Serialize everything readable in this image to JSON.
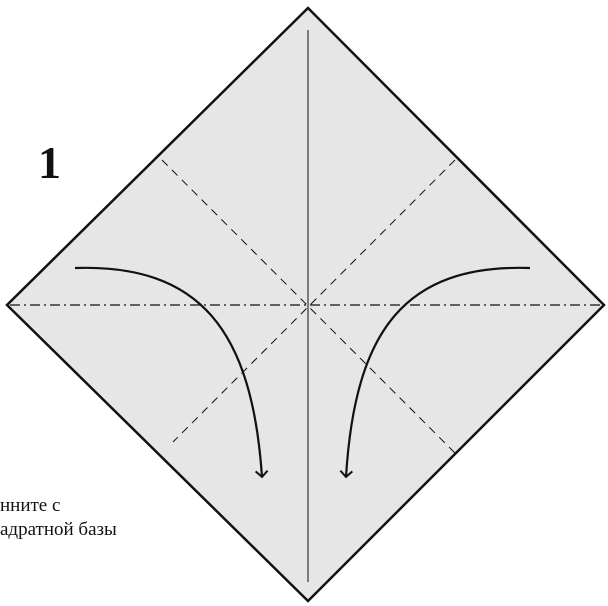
{
  "step": {
    "number": "1"
  },
  "instruction": {
    "line1": "нните с",
    "line2": "адратной базы"
  },
  "colors": {
    "paper": "#e6e6e6",
    "ink": "#111111",
    "background": "#ffffff"
  },
  "icons": {
    "left_arrow": "curved-arrow-down-icon",
    "right_arrow": "curved-arrow-down-icon"
  }
}
